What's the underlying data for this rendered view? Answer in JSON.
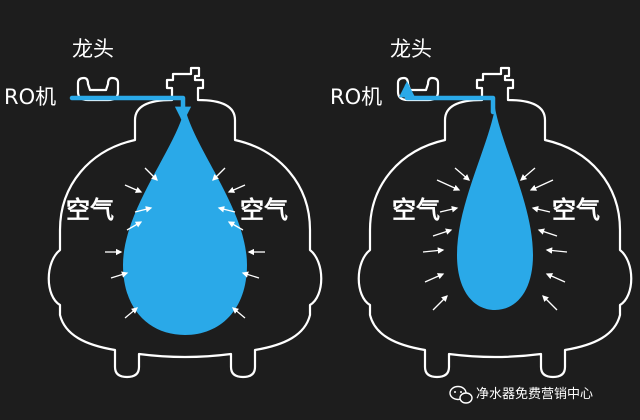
{
  "labels": {
    "faucet": "龙头",
    "ro_machine": "RO机",
    "air": "空气"
  },
  "watermark": {
    "text": "净水器免费营销中心",
    "icon": "wechat-icon"
  },
  "colors": {
    "background": "#1d1d1d",
    "water": "#2aa9e8",
    "pipe": "#2aa9e8",
    "outline": "#ffffff"
  },
  "tank_fill_states": [
    "filling",
    "emptying"
  ]
}
